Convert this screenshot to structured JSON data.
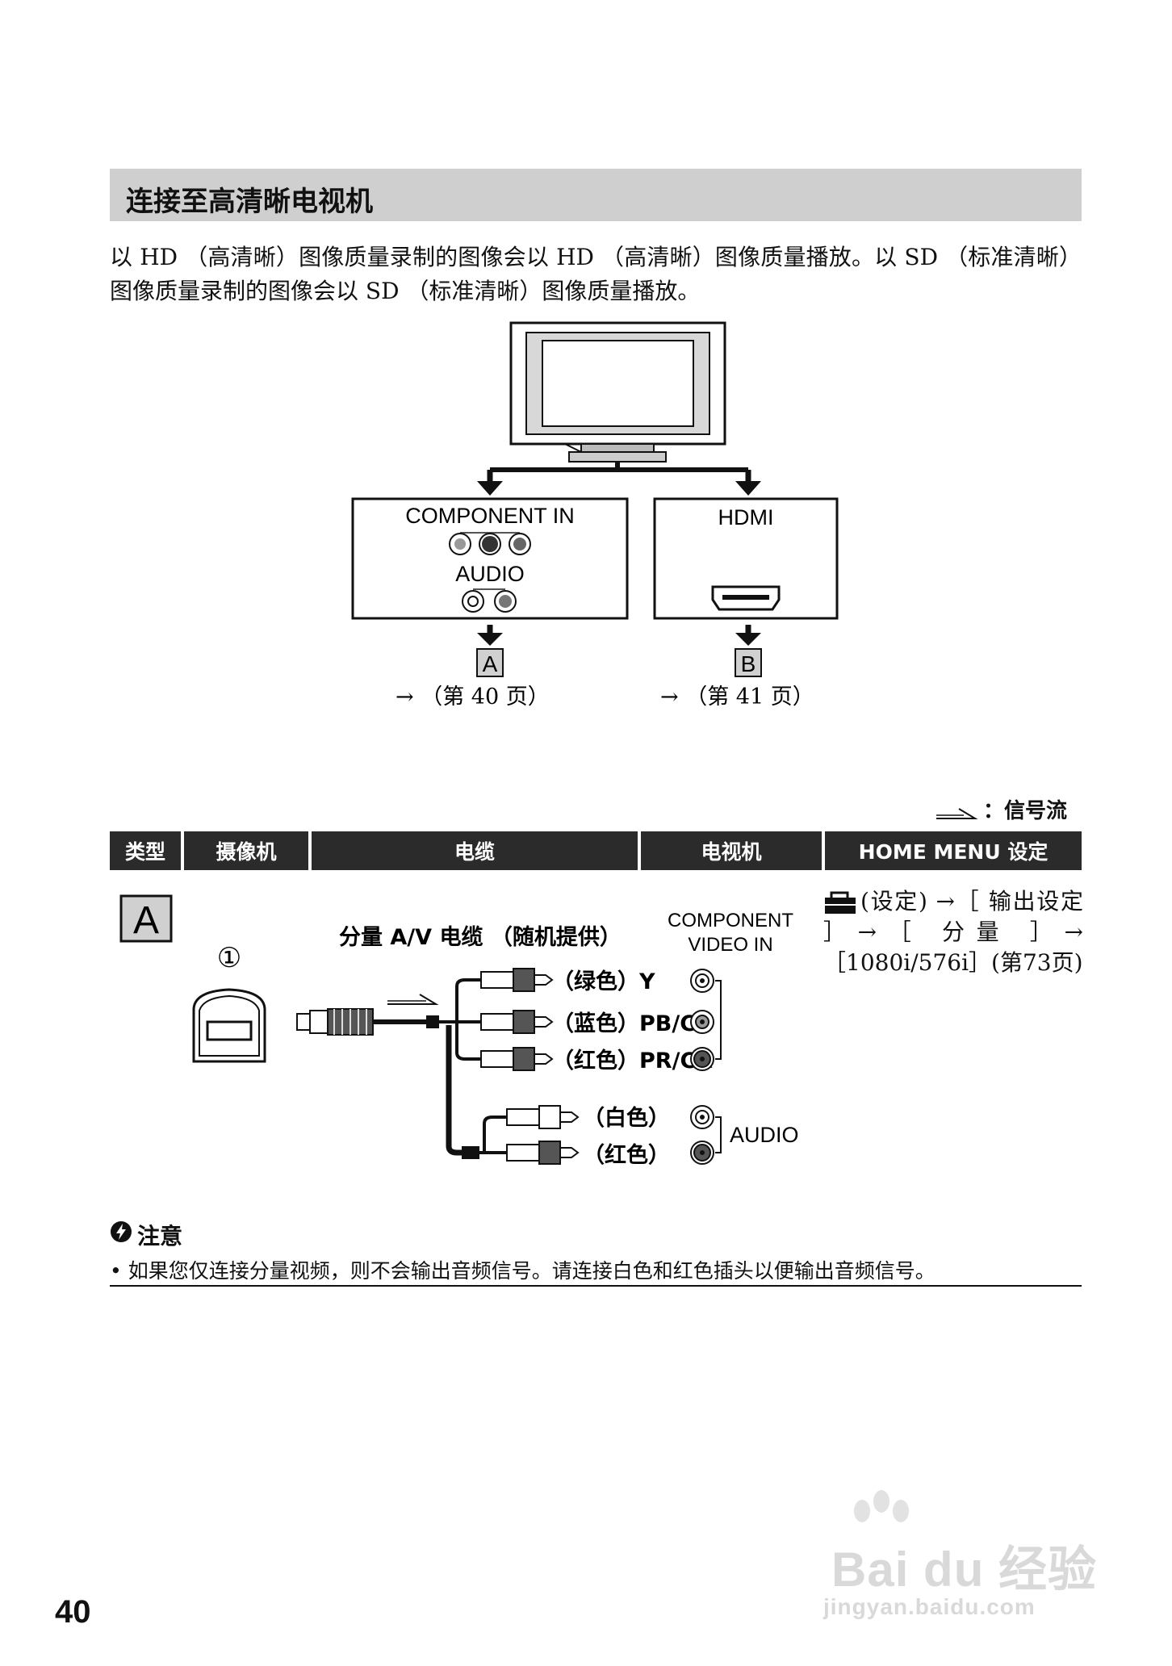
{
  "section": {
    "title": "连接至高清晰电视机"
  },
  "intro": "以 HD （高清晰）图像质量录制的图像会以 HD （高清晰）图像质量播放。以 SD （标准清晰）图像质量录制的图像会以 SD （标准清晰）图像质量播放。",
  "diagram": {
    "component_in_label": "COMPONENT IN",
    "audio_label": "AUDIO",
    "hdmi_label": "HDMI",
    "badge_a": "A",
    "badge_b": "B",
    "ref_a": "→ （第 40 页）",
    "ref_b": "→ （第 41 页）"
  },
  "legend": {
    "label": "：信号流"
  },
  "table": {
    "headers": [
      "类型",
      "摄像机",
      "电缆",
      "电视机",
      "HOME MENU 设定"
    ]
  },
  "row_a": {
    "type_badge": "A",
    "camera_marker": "①",
    "cable_title": "分量 A/V 电缆 （随机提供）",
    "tv_port_label_1": "COMPONENT",
    "tv_port_label_2": "VIDEO IN",
    "plugs": [
      {
        "label": "（绿色）Y"
      },
      {
        "label": "（蓝色）PB/CB"
      },
      {
        "label": "（红色）PR/CR"
      },
      {
        "label": "（白色）"
      },
      {
        "label": "（红色）"
      }
    ],
    "audio_label": "AUDIO",
    "home_menu": "(设定) →［ 输出设定 ］→［ 分量 ］→［1080i/576i］(第73页)"
  },
  "note": {
    "title": "注意",
    "text": "• 如果您仅连接分量视频，则不会输出音频信号。请连接白色和红色插头以便输出音频信号。"
  },
  "page_number": "40",
  "watermark": {
    "text": "Bai du 经验",
    "url": "jingyan.baidu.com"
  },
  "colors": {
    "header_gray": "#cfcfcf",
    "table_header": "#2b2b2b"
  }
}
